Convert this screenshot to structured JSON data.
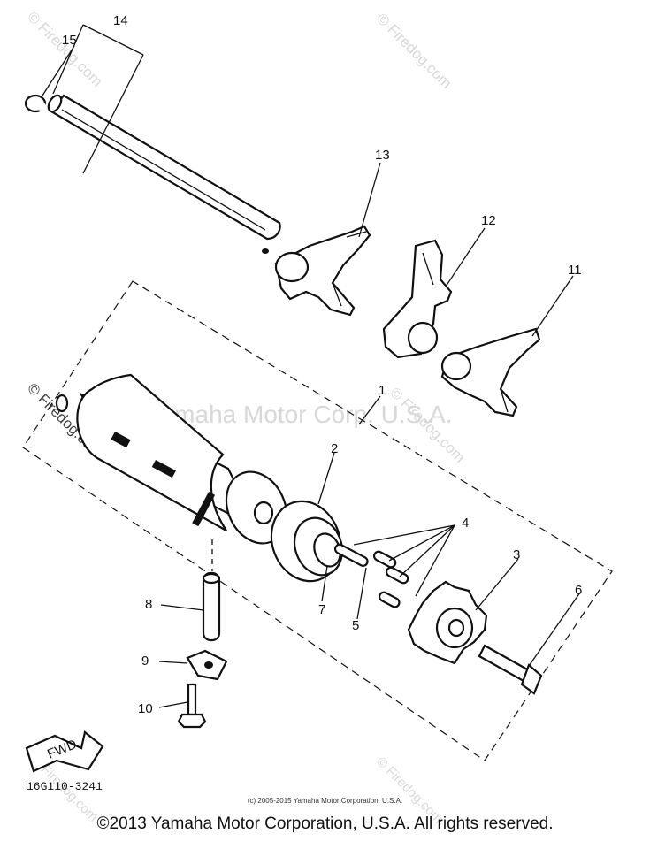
{
  "watermarks": {
    "firedog": "© Firedog.com",
    "yamaha": "Yamaha Motor Corp. U.S.A."
  },
  "callouts": [
    "1",
    "2",
    "3",
    "4",
    "5",
    "6",
    "7",
    "8",
    "9",
    "10",
    "11",
    "12",
    "13",
    "14",
    "15"
  ],
  "fwd_label": "FWD",
  "ref_code": "16G110-3241",
  "small_copyright": "(c) 2005-2015 Yamaha Motor Corporation, U.S.A.",
  "footer_copyright": "©2013 Yamaha Motor Corporation, U.S.A. All rights reserved."
}
